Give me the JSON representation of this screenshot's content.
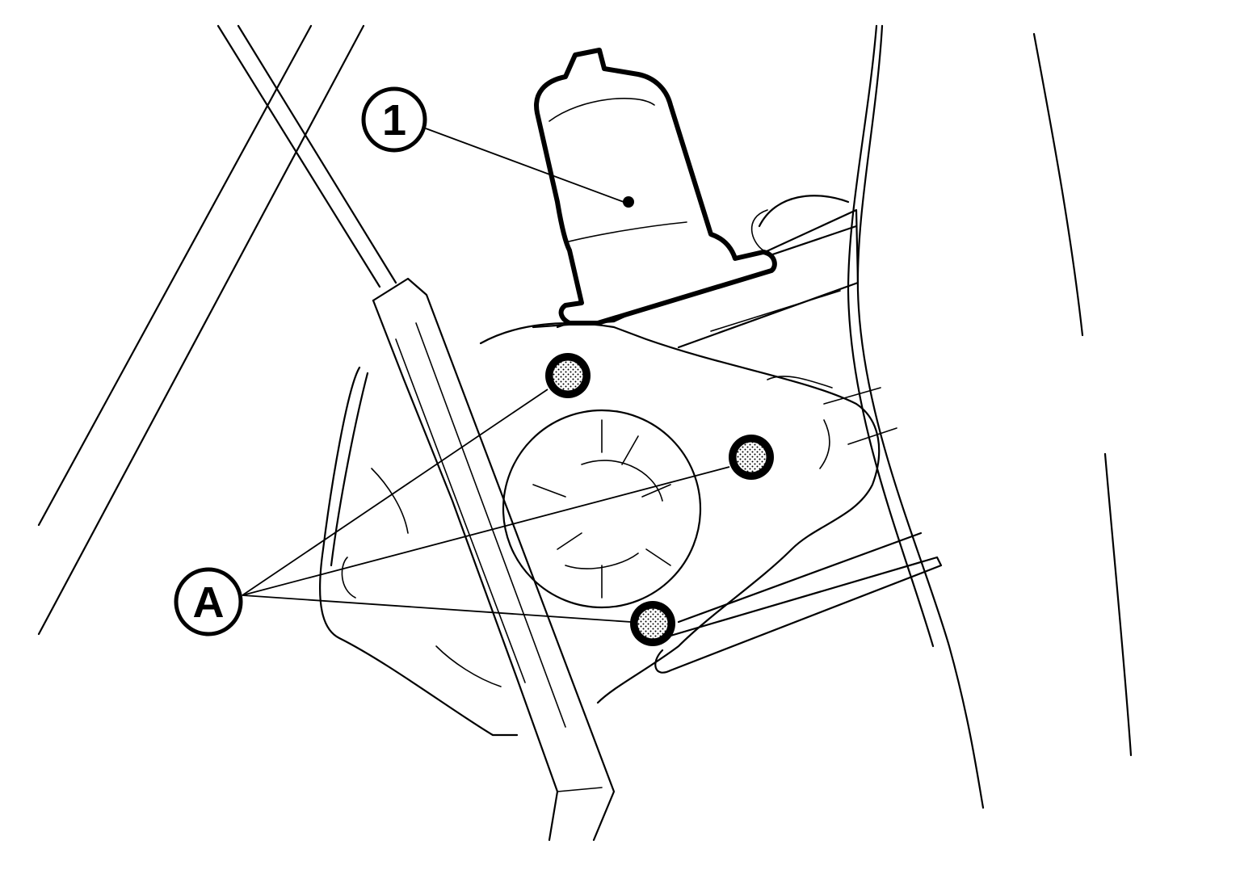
{
  "diagram": {
    "callouts": [
      {
        "id": "part-1",
        "label": "1"
      },
      {
        "id": "bolts-A",
        "label": "A"
      }
    ]
  }
}
